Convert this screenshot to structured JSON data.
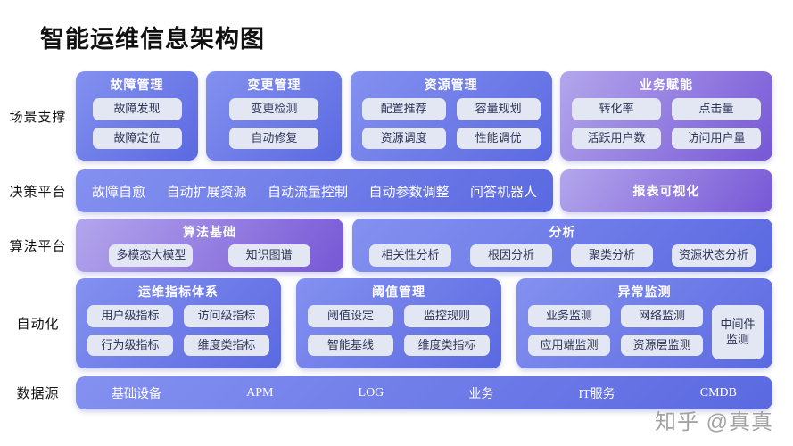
{
  "title": "智能运维信息架构图",
  "watermark": "知乎 @真真",
  "colors": {
    "blue_start": "#8491f0",
    "blue_end": "#5b69e1",
    "purple_start": "#b3a6ec",
    "purple_end": "#7a5bd7",
    "chip_bg": "#e3e7f4",
    "chip_text": "#2e3456"
  },
  "rows": [
    {
      "label": "场景支撑",
      "blocks": [
        {
          "title": "故障管理",
          "chips": [
            "故障发现",
            "故障定位"
          ]
        },
        {
          "title": "变更管理",
          "chips": [
            "变更检测",
            "自动修复"
          ]
        },
        {
          "title": "资源管理",
          "chips": [
            "配置推荐",
            "容量规划",
            "资源调度",
            "性能调优"
          ]
        },
        {
          "title": "业务赋能",
          "chips": [
            "转化率",
            "点击量",
            "活跃用户数",
            "访问用户量"
          ]
        }
      ]
    },
    {
      "label": "决策平台",
      "blocks": [
        {
          "items": [
            "故障自愈",
            "自动扩展资源",
            "自动流量控制",
            "自动参数调整",
            "问答机器人"
          ]
        },
        {
          "title": "报表可视化"
        }
      ]
    },
    {
      "label": "算法平台",
      "blocks": [
        {
          "title": "算法基础",
          "chips": [
            "多模态大模型",
            "知识图谱"
          ]
        },
        {
          "title": "分析",
          "chips": [
            "相关性分析",
            "根因分析",
            "聚类分析",
            "资源状态分析"
          ]
        }
      ]
    },
    {
      "label": "自动化",
      "blocks": [
        {
          "title": "运维指标体系",
          "chips": [
            "用户级指标",
            "访问级指标",
            "行为级指标",
            "维度类指标"
          ]
        },
        {
          "title": "阈值管理",
          "chips": [
            "阈值设定",
            "监控规则",
            "智能基线",
            "维度类指标"
          ]
        },
        {
          "title": "异常监测",
          "chips": [
            "业务监测",
            "网络监测",
            "应用端监测",
            "资源层监测"
          ],
          "side_chip": "中间件监测"
        }
      ]
    },
    {
      "label": "数据源",
      "blocks": [
        {
          "items": [
            "基础设备",
            "APM",
            "LOG",
            "业务",
            "IT服务",
            "CMDB"
          ]
        }
      ]
    }
  ]
}
